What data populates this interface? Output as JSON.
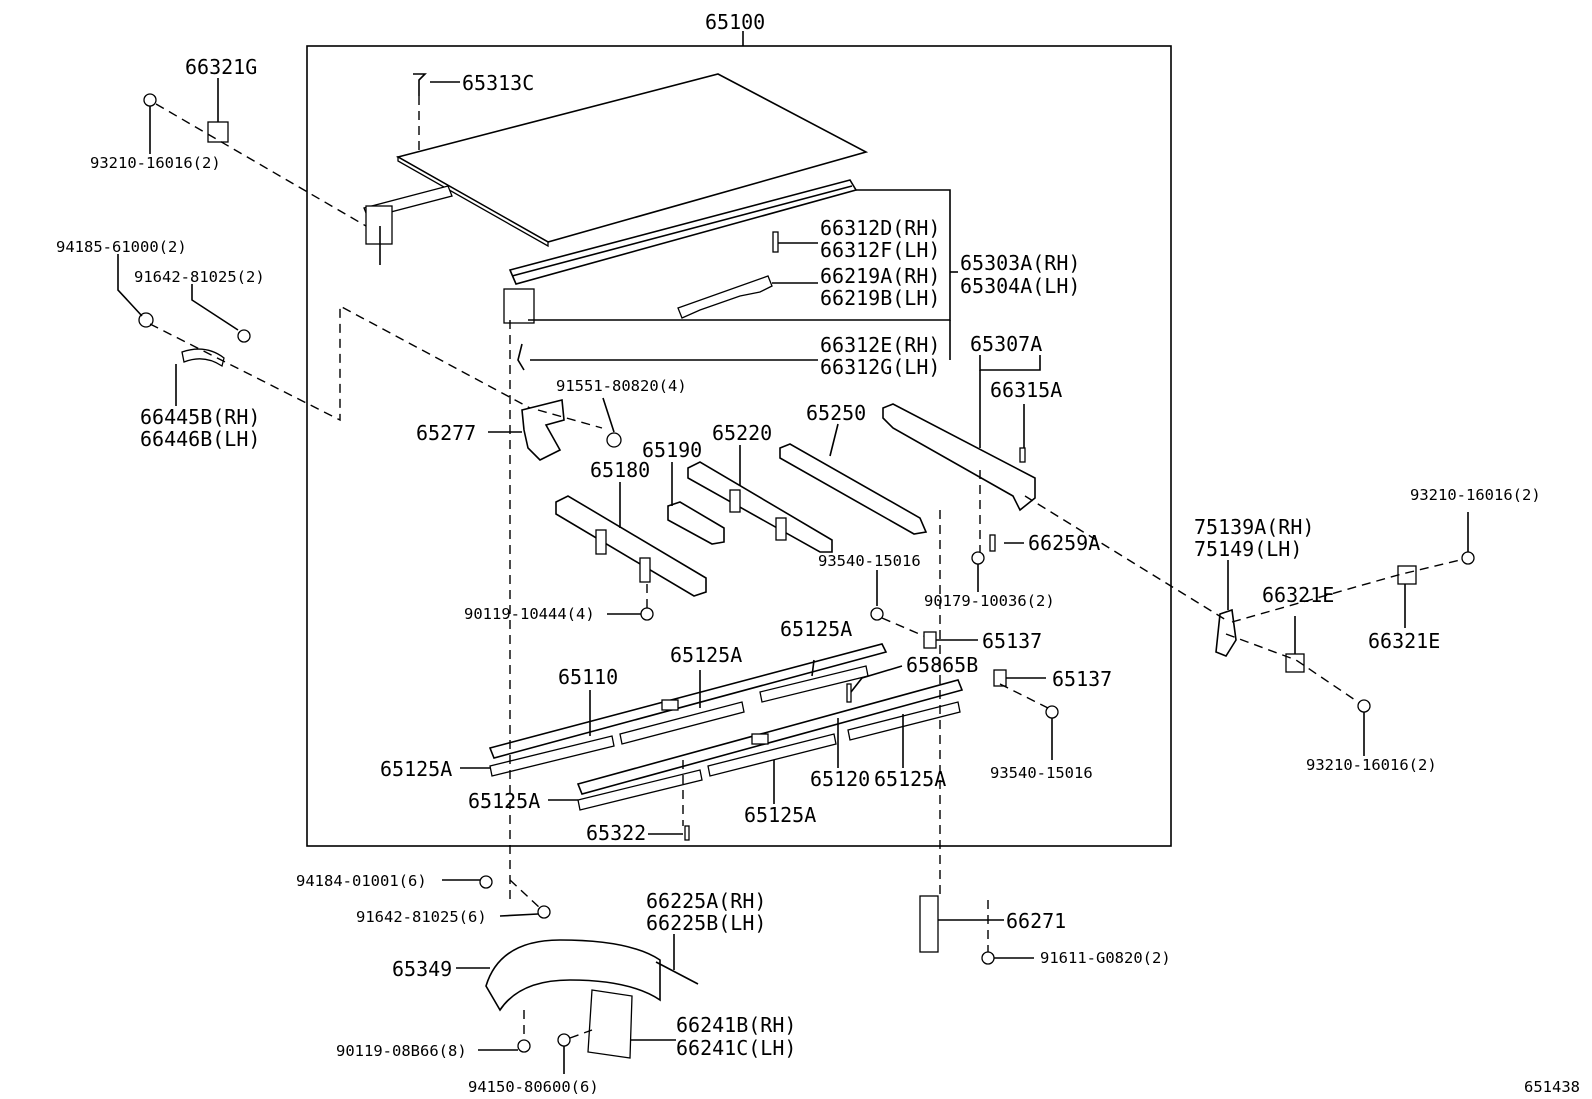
{
  "labels": {
    "l65100": "65100",
    "l66321G": "66321G",
    "l93210_16016_a": "93210-16016(2)",
    "l65313C": "65313C",
    "l94185": "94185-61000(2)",
    "l91642_a": "91642-81025(2)",
    "l66445B": "66445B(RH)",
    "l66446B": "66446B(LH)",
    "l66312D": "66312D(RH)",
    "l66312F": "66312F(LH)",
    "l66219A": "66219A(RH)",
    "l66219B": "66219B(LH)",
    "l65303A": "65303A(RH)",
    "l65304A": "65304A(LH)",
    "l66312E": "66312E(RH)",
    "l66312G": "66312G(LH)",
    "l65307A": "65307A",
    "l66315A": "66315A",
    "l91551": "91551-80820(4)",
    "l65277": "65277",
    "l65250": "65250",
    "l65220": "65220",
    "l65190": "65190",
    "l65180": "65180",
    "l66259A": "66259A",
    "l93540_a": "93540-15016",
    "l90179": "90179-10036(2)",
    "l90119_10444": "90119-10444(4)",
    "l65137_a": "65137",
    "l65137_b": "65137",
    "l65865B": "65865B",
    "l65125A_1": "65125A",
    "l65125A_2": "65125A",
    "l65110": "65110",
    "l65125A_3": "65125A",
    "l65125A_4": "65125A",
    "l65120": "65120",
    "l65125A_5": "65125A",
    "l65125A_6": "65125A",
    "l65322": "65322",
    "l93540_b": "93540-15016",
    "l75139A": "75139A(RH)",
    "l75149": "75149(LH)",
    "l93210_16016_b": "93210-16016(2)",
    "l66321E_a": "66321E",
    "l66321E_b": "66321E",
    "l93210_16016_c": "93210-16016(2)",
    "l94184": "94184-01001(6)",
    "l91642_b": "91642-81025(6)",
    "l66225A": "66225A(RH)",
    "l66225B": "66225B(LH)",
    "l65349": "65349",
    "l66271": "66271",
    "l91611": "91611-G0820(2)",
    "l90119_08B66": "90119-08B66(8)",
    "l66241B": "66241B(RH)",
    "l66241C": "66241C(LH)",
    "l94150": "94150-80600(6)",
    "l651438": "651438"
  }
}
